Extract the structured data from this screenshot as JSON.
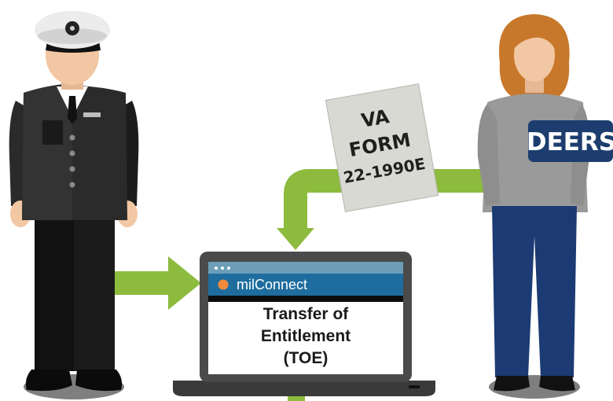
{
  "form": {
    "line1": "VA",
    "line2": "FORM",
    "line3": "22-1990E"
  },
  "deers_badge": "DEERS",
  "laptop": {
    "app_name": "milConnect",
    "screen_line1": "Transfer of",
    "screen_line2": "Entitlement",
    "screen_line3": "(TOE)"
  },
  "colors": {
    "arrow": "#8cbb3e",
    "app_bar": "#1e6d9e",
    "badge": "#1c3d6e",
    "uniform": "#2b2b2b",
    "sweater": "#9a9a9a",
    "pants": "#1c3a73",
    "hair": "#c8782a",
    "skin": "#f2c7a3"
  }
}
